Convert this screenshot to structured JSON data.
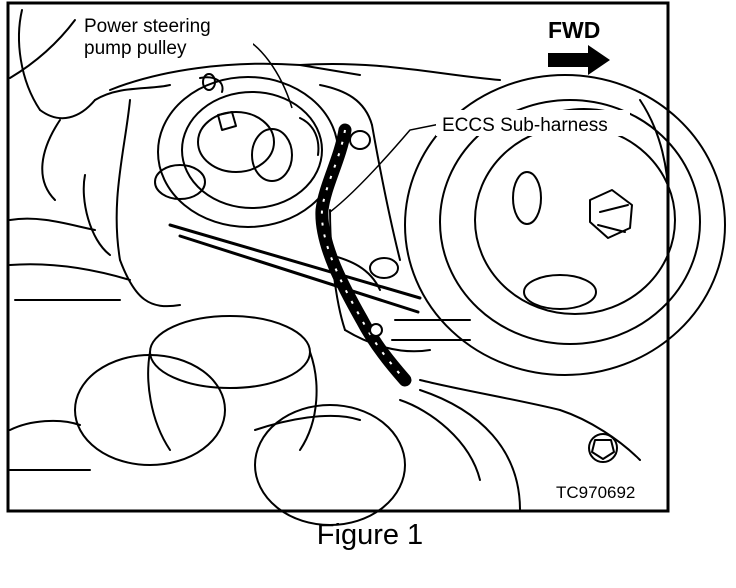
{
  "labels": {
    "pump_pulley_line1": "Power steering",
    "pump_pulley_line2": "pump pulley",
    "harness": "ECCS Sub-harness",
    "direction": "FWD",
    "code": "TC970692"
  },
  "caption": "Figure 1",
  "colors": {
    "ink": "#000000",
    "paper": "#ffffff"
  }
}
